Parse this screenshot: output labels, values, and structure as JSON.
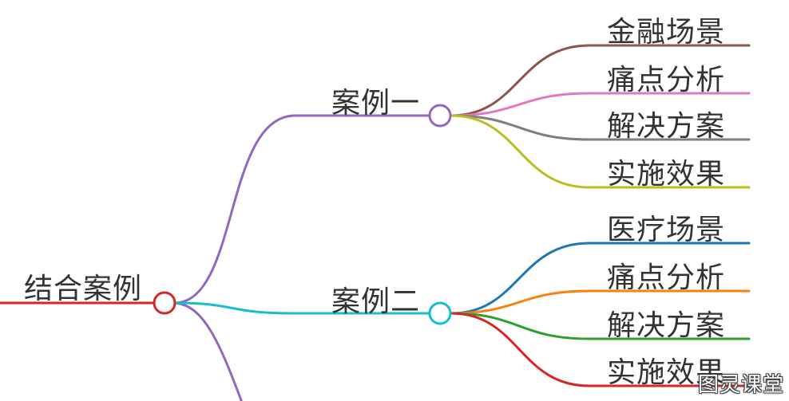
{
  "mindmap": {
    "root": {
      "label": "结合案例",
      "color": "#d62728"
    },
    "offscreen_branch_color": "#9467bd",
    "branches": [
      {
        "label": "案例一",
        "color": "#9467bd",
        "leaves": [
          {
            "label": "金融场景",
            "color": "#8c564b"
          },
          {
            "label": "痛点分析",
            "color": "#e377c2"
          },
          {
            "label": "解决方案",
            "color": "#7f7f7f"
          },
          {
            "label": "实施效果",
            "color": "#bcbd22"
          }
        ]
      },
      {
        "label": "案例二",
        "color": "#17becf",
        "leaves": [
          {
            "label": "医疗场景",
            "color": "#1f77b4"
          },
          {
            "label": "痛点分析",
            "color": "#ff7f0e"
          },
          {
            "label": "解决方案",
            "color": "#2ca02c"
          },
          {
            "label": "实施效果",
            "color": "#d62728"
          }
        ]
      }
    ]
  },
  "watermark": {
    "text": "图灵课堂"
  }
}
